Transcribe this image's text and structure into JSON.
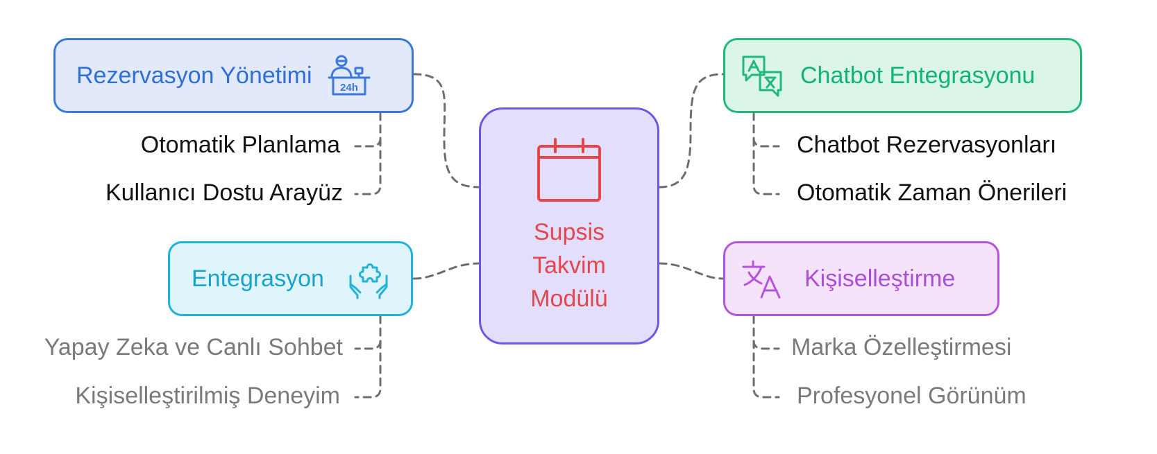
{
  "center": {
    "lines": [
      "Supsis",
      "Takvim",
      "Modülü"
    ],
    "icon": "calendar-icon",
    "color": "#e3474b"
  },
  "branches": {
    "rezervasyon": {
      "title": "Rezervasyon Yönetimi",
      "icon": "reception-24h-icon",
      "color": "#3c78da",
      "items": [
        "Otomatik Planlama",
        "Kullanıcı Dostu Arayüz"
      ]
    },
    "entegrasyon": {
      "title": "Entegrasyon",
      "icon": "puzzle-hands-icon",
      "color": "#22b2da",
      "items": [
        "Yapay Zeka ve Canlı Sohbet",
        "Kişiselleştirilmiş Deneyim"
      ]
    },
    "chatbot": {
      "title": "Chatbot Entegrasyonu",
      "icon": "translate-chat-icon",
      "color": "#1fba7b",
      "items": [
        "Chatbot Rezervasyonları",
        "Otomatik Zaman Önerileri"
      ]
    },
    "kisisellestirme": {
      "title": "Kişiselleştirme",
      "icon": "language-translate-icon",
      "color": "#b454dc",
      "items": [
        "Marka Özelleştirmesi",
        "Profesyonel Görünüm"
      ]
    }
  }
}
